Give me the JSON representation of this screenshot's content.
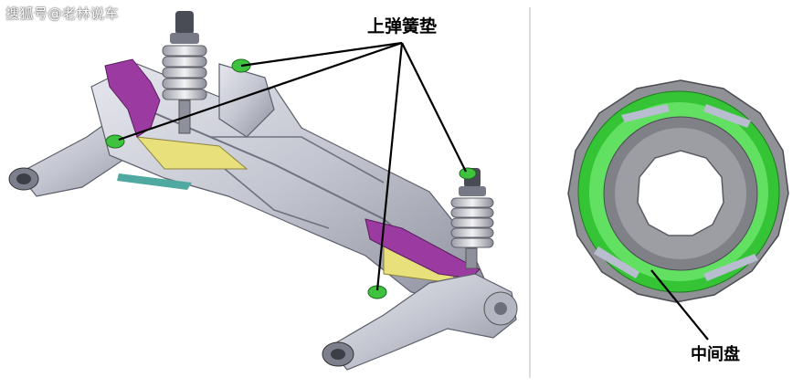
{
  "watermark": "搜狐号@老林说车",
  "labels": {
    "upper_spring_seat": "上弹簧垫",
    "middle_disc": "中间盘"
  },
  "colors": {
    "subframe_gray": "#c9cbd6",
    "control_arm_purple": "#9b3aa0",
    "spring_pad_green": "#3fc33f",
    "stabilizer_yellow": "#e8e07a",
    "leader_line": "#000000"
  }
}
